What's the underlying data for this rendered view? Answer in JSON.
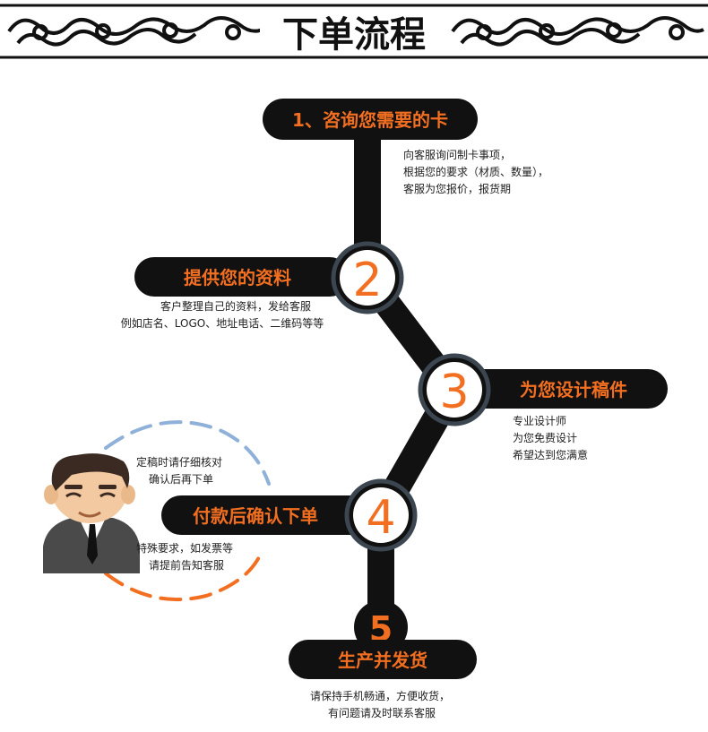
{
  "header": {
    "title": "下单流程"
  },
  "colors": {
    "accent": "#f26f21",
    "path": "#111111",
    "ring": "#3b4650"
  },
  "steps": [
    {
      "num": "",
      "label": "1、咨询您需要的卡",
      "desc": [
        "向客服询问制卡事项，",
        "根据您的要求（材质、数量），",
        "客服为您报价，报货期"
      ]
    },
    {
      "num": "2",
      "label": "提供您的资料",
      "desc": [
        "客户整理自己的资料，发给客服",
        "例如店名、LOGO、地址电话、二维码等等"
      ]
    },
    {
      "num": "3",
      "label": "为您设计稿件",
      "desc": [
        "专业设计师",
        "为您免费设计",
        "希望达到您满意"
      ]
    },
    {
      "num": "4",
      "label": "付款后确认下单",
      "desc": [
        "定稿时请仔细核对",
        "确认后再下单"
      ]
    },
    {
      "num": "5",
      "label": "生产并发货",
      "desc": [
        "请保持手机畅通，方便收货，",
        "有问题请及时联系客服"
      ]
    }
  ],
  "note": {
    "lines": [
      "特殊要求，如发票等",
      "请提前告知客服"
    ]
  },
  "icons": {
    "figure": "businessman-icon",
    "ornament": "scroll-ornament-icon"
  }
}
